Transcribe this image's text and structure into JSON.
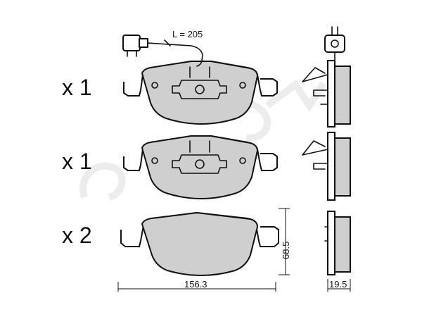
{
  "quantities": [
    "x 1",
    "x 1",
    "x 2"
  ],
  "sensor_length_label": "L = 205",
  "dimensions": {
    "width": "156.3",
    "height": "68.5",
    "thickness": "19.5"
  },
  "colors": {
    "pad_fill": "#cfcfcf",
    "outline": "#111111",
    "watermark": "#dddddd"
  }
}
